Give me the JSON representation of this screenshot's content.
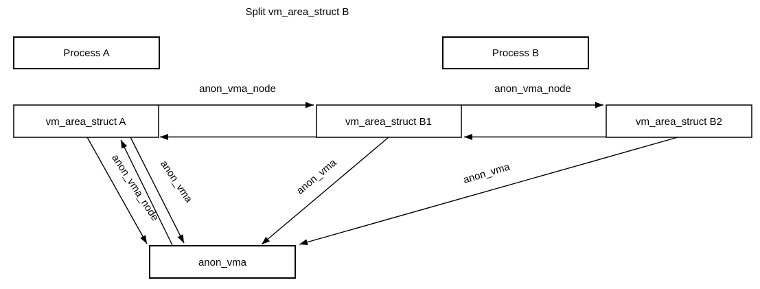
{
  "title": "Split vm_area_struct B",
  "colors": {
    "stroke": "#000000",
    "text": "#000000",
    "background": "#ffffff"
  },
  "nodes": {
    "process_a": {
      "label": "Process A"
    },
    "process_b": {
      "label": "Process B"
    },
    "vma_a": {
      "label": "vm_area_struct A"
    },
    "vma_b1": {
      "label": "vm_area_struct B1"
    },
    "vma_b2": {
      "label": "vm_area_struct B2"
    },
    "anon_vma": {
      "label": "anon_vma"
    }
  },
  "edges": {
    "a_to_b1": {
      "label": "anon_vma_node"
    },
    "b1_to_b2": {
      "label": "anon_vma_node"
    },
    "a_anon_vma_node": {
      "label": "anon_vma_node"
    },
    "a_anon_vma": {
      "label": "anon_vma"
    },
    "b1_anon_vma": {
      "label": "anon_vma"
    },
    "b2_anon_vma": {
      "label": "anon_vma"
    }
  }
}
